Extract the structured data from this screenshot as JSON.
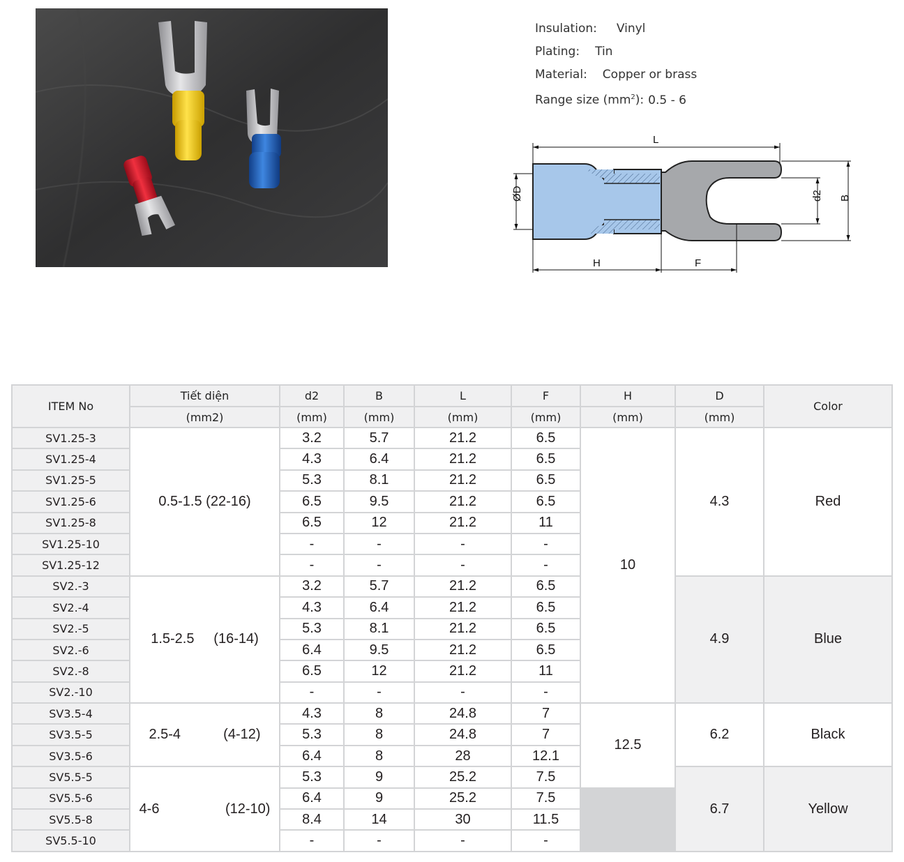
{
  "specs": {
    "insulation_label": "Insulation:",
    "insulation_value": "Vinyl",
    "plating_label": "Plating:",
    "plating_value": "Tin",
    "material_label": "Material:",
    "material_value": "Copper or brass",
    "range_label": "Range size (mm",
    "range_sup": "2",
    "range_label_end": "):",
    "range_value": "0.5 - 6"
  },
  "drawing": {
    "L": "L",
    "D": "ØD",
    "d2": "d2",
    "B": "B",
    "H": "H",
    "F": "F"
  },
  "table": {
    "headers": {
      "item": "ITEM No",
      "section": "Tiết diện",
      "section_unit": "(mm2)",
      "d2": "d2",
      "B": "B",
      "L": "L",
      "F": "F",
      "H": "H",
      "D": "D",
      "unit": "(mm)",
      "color": "Color"
    },
    "rows": [
      {
        "item": "SV1.25-3",
        "d2": "3.2",
        "B": "5.7",
        "L": "21.2",
        "F": "6.5"
      },
      {
        "item": "SV1.25-4",
        "d2": "4.3",
        "B": "6.4",
        "L": "21.2",
        "F": "6.5"
      },
      {
        "item": "SV1.25-5",
        "d2": "5.3",
        "B": "8.1",
        "L": "21.2",
        "F": "6.5"
      },
      {
        "item": "SV1.25-6",
        "d2": "6.5",
        "B": "9.5",
        "L": "21.2",
        "F": "6.5"
      },
      {
        "item": "SV1.25-8",
        "d2": "6.5",
        "B": "12",
        "L": "21.2",
        "F": "11"
      },
      {
        "item": "SV1.25-10",
        "d2": "-",
        "B": "-",
        "L": "-",
        "F": "-"
      },
      {
        "item": "SV1.25-12",
        "d2": "-",
        "B": "-",
        "L": "-",
        "F": "-"
      },
      {
        "item": "SV2.-3",
        "d2": "3.2",
        "B": "5.7",
        "L": "21.2",
        "F": "6.5"
      },
      {
        "item": "SV2.-4",
        "d2": "4.3",
        "B": "6.4",
        "L": "21.2",
        "F": "6.5"
      },
      {
        "item": "SV2.-5",
        "d2": "5.3",
        "B": "8.1",
        "L": "21.2",
        "F": "6.5"
      },
      {
        "item": "SV2.-6",
        "d2": "6.4",
        "B": "9.5",
        "L": "21.2",
        "F": "6.5"
      },
      {
        "item": "SV2.-8",
        "d2": "6.5",
        "B": "12",
        "L": "21.2",
        "F": "11"
      },
      {
        "item": "SV2.-10",
        "d2": "-",
        "B": "-",
        "L": "-",
        "F": "-"
      },
      {
        "item": "SV3.5-4",
        "d2": "4.3",
        "B": "8",
        "L": "24.8",
        "F": "7"
      },
      {
        "item": "SV3.5-5",
        "d2": "5.3",
        "B": "8",
        "L": "24.8",
        "F": "7"
      },
      {
        "item": "SV3.5-6",
        "d2": "6.4",
        "B": "8",
        "L": "28",
        "F": "12.1"
      },
      {
        "item": "SV5.5-5",
        "d2": "5.3",
        "B": "9",
        "L": "25.2",
        "F": "7.5"
      },
      {
        "item": "SV5.5-6",
        "d2": "6.4",
        "B": "9",
        "L": "25.2",
        "F": "7.5"
      },
      {
        "item": "SV5.5-8",
        "d2": "8.4",
        "B": "14",
        "L": "30",
        "F": "11.5"
      },
      {
        "item": "SV5.5-10",
        "d2": "-",
        "B": "-",
        "L": "-",
        "F": "-"
      }
    ],
    "groups": [
      {
        "range": "0.5-1.5",
        "awg": "(22-16)",
        "D": "4.3",
        "color": "Red"
      },
      {
        "range": "1.5-2.5",
        "awg": "(16-14)",
        "D": "4.9",
        "color": "Blue"
      },
      {
        "range": "2.5-4",
        "awg": "(4-12)",
        "D": "6.2",
        "color": "Black"
      },
      {
        "range": "4-6",
        "awg": "(12-10)",
        "D": "6.7",
        "color": "Yellow"
      }
    ],
    "H_values": [
      "10",
      "12.5"
    ]
  },
  "colors": {
    "red_sleeve": "#d7182a",
    "yellow_sleeve": "#f3c81a",
    "blue_sleeve": "#1f5fb4",
    "drawing_blue": "#a7c7ea",
    "drawing_gray": "#a6a8ab",
    "table_border": "#d3d4d6",
    "table_shade": "#f0f0f1"
  }
}
